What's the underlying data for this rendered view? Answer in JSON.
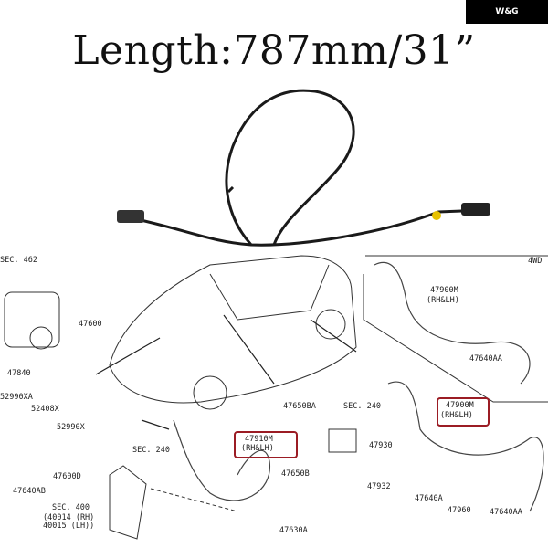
{
  "title": "Length:787mm/31”",
  "brand": "W&G",
  "labels": {
    "sec462": "SEC. 462",
    "p47600": "47600",
    "p47840": "47840",
    "p52990xa": "52990XA",
    "p52408x": "52408X",
    "p52990x": "52990X",
    "p47600d": "47600D",
    "p47640ab": "47640AB",
    "sec400": "SEC. 400",
    "p40014": "(40014 (RH)",
    "p40015": " 40015 (LH))",
    "sec240a": "SEC. 240",
    "p47910m": "47910M",
    "rhlh1": "(RH&LH)",
    "p47650ba": "47650BA",
    "sec240b": "SEC. 240",
    "p47930": "47930",
    "p47650b": "47650B",
    "p47932": "47932",
    "p47630a": "47630A",
    "p4wd": "4WD",
    "p47900m_top": "47900M",
    "rhlh_top": "(RH&LH)",
    "p47640aa_top": "47640AA",
    "p47900m": "47900M",
    "rhlh2": "(RH&LH)",
    "p47640a": "47640A",
    "p47960": "47960",
    "p47640aa": "47640AA"
  },
  "colors": {
    "highlight": "#9b1c24",
    "cable": "#1a1a1a"
  }
}
